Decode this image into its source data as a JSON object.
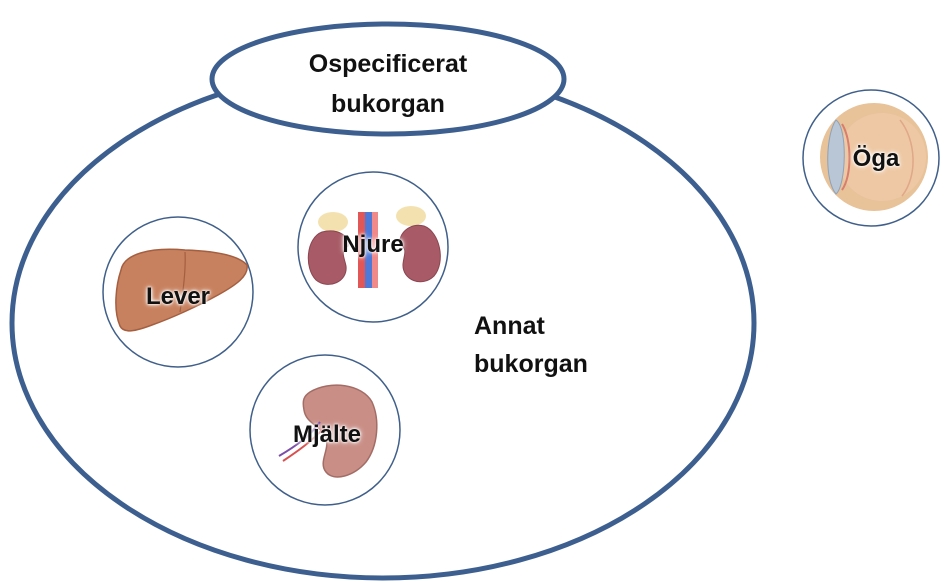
{
  "diagram": {
    "title": {
      "line1": "Ospecificerat",
      "line2": "bukorgan"
    },
    "group_label": {
      "line1": "Annat",
      "line2": "bukorgan"
    },
    "organs": {
      "lever": "Lever",
      "njure": "Njure",
      "mjalte": "Mjälte",
      "oga": "Öga"
    },
    "colors": {
      "outline": "#3d5f8f",
      "circle_stroke": "#3f5f8a",
      "organ_flesh": "#c8815e",
      "kidney": "#a85b66",
      "spleen": "#c98f87",
      "eye": "#e8c298"
    }
  }
}
